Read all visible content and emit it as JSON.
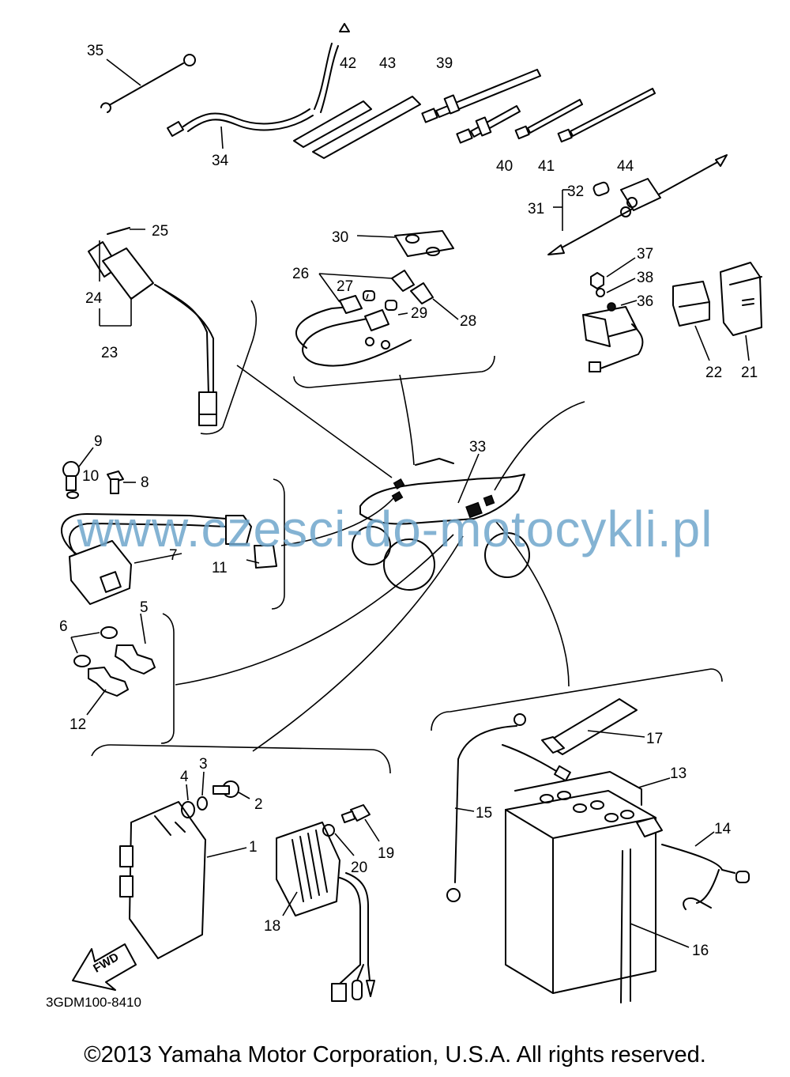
{
  "callouts": {
    "c1": "1",
    "c2": "2",
    "c3": "3",
    "c4": "4",
    "c5": "5",
    "c6": "6",
    "c7": "7",
    "c8": "8",
    "c9": "9",
    "c10": "10",
    "c11": "11",
    "c12": "12",
    "c13": "13",
    "c14": "14",
    "c15": "15",
    "c16": "16",
    "c17": "17",
    "c18": "18",
    "c19": "19",
    "c20": "20",
    "c21": "21",
    "c22": "22",
    "c23": "23",
    "c24": "24",
    "c25": "25",
    "c26": "26",
    "c27": "27",
    "c28": "28",
    "c29": "29",
    "c30": "30",
    "c31": "31",
    "c32": "32",
    "c33": "33",
    "c34": "34",
    "c35": "35",
    "c36": "36",
    "c37": "37",
    "c38": "38",
    "c39": "39",
    "c40": "40",
    "c41": "41",
    "c42": "42",
    "c43": "43",
    "c44": "44"
  },
  "fwd_label": "FWD",
  "diagram_code": "3GDM100-8410",
  "watermark": "www.czesci-do-motocykli.pl",
  "copyright": "©2013 Yamaha Motor Corporation, U.S.A. All rights reserved."
}
